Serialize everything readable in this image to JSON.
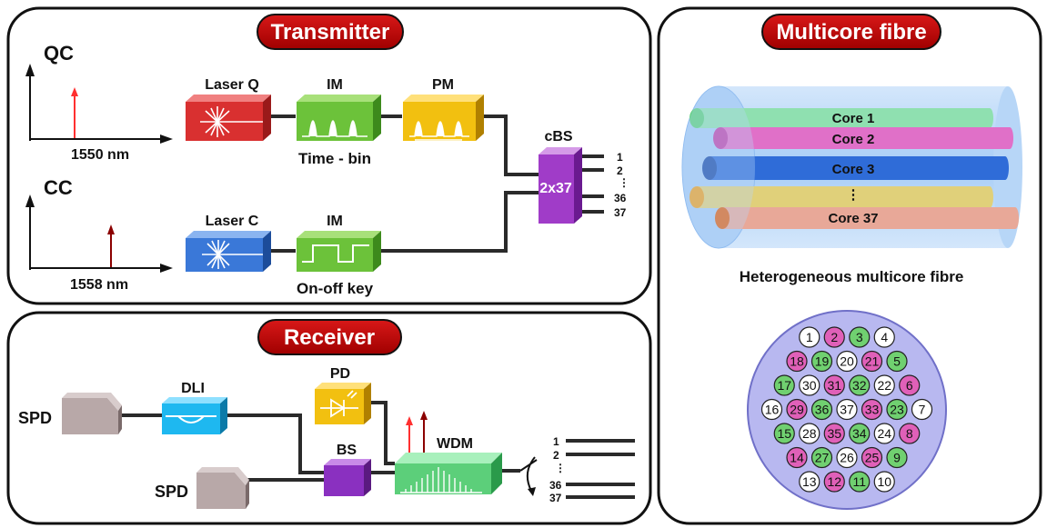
{
  "transmitter": {
    "title": "Transmitter",
    "qc": {
      "label": "QC",
      "wavelength": "1550 nm",
      "color": "#ff3030"
    },
    "cc": {
      "label": "CC",
      "wavelength": "1558 nm",
      "color": "#8b0000"
    },
    "laser_q": "Laser Q",
    "laser_c": "Laser C",
    "im_q": "IM",
    "pm": "PM",
    "im_c": "IM",
    "time_bin": "Time - bin",
    "on_off_key": "On-off key",
    "cbs": "cBS",
    "cbs_ratio": "2x37",
    "outputs": [
      "1",
      "2",
      "⋮",
      "36",
      "37"
    ]
  },
  "receiver": {
    "title": "Receiver",
    "spd_top": "SPD",
    "spd_bottom": "SPD",
    "dli": "DLI",
    "pd": "PD",
    "bs": "BS",
    "wdm": "WDM",
    "outputs": [
      "1",
      "2",
      "⋮",
      "36",
      "37"
    ]
  },
  "multicore": {
    "title": "Multicore fibre",
    "cores": [
      "Core 1",
      "Core 2",
      "Core 3",
      "⋮",
      "Core 37"
    ],
    "caption": "Heterogeneous multicore fibre",
    "cross_section": [
      {
        "n": "1",
        "type": "white"
      },
      {
        "n": "2",
        "type": "pink"
      },
      {
        "n": "3",
        "type": "green"
      },
      {
        "n": "4",
        "type": "white"
      },
      {
        "n": "18",
        "type": "pink"
      },
      {
        "n": "19",
        "type": "green"
      },
      {
        "n": "20",
        "type": "white"
      },
      {
        "n": "21",
        "type": "pink"
      },
      {
        "n": "5",
        "type": "green"
      },
      {
        "n": "17",
        "type": "green"
      },
      {
        "n": "30",
        "type": "white"
      },
      {
        "n": "31",
        "type": "pink"
      },
      {
        "n": "32",
        "type": "green"
      },
      {
        "n": "22",
        "type": "white"
      },
      {
        "n": "6",
        "type": "pink"
      },
      {
        "n": "16",
        "type": "white"
      },
      {
        "n": "29",
        "type": "pink"
      },
      {
        "n": "36",
        "type": "green"
      },
      {
        "n": "37",
        "type": "white"
      },
      {
        "n": "33",
        "type": "pink"
      },
      {
        "n": "23",
        "type": "green"
      },
      {
        "n": "7",
        "type": "white"
      },
      {
        "n": "15",
        "type": "green"
      },
      {
        "n": "28",
        "type": "white"
      },
      {
        "n": "35",
        "type": "pink"
      },
      {
        "n": "34",
        "type": "green"
      },
      {
        "n": "24",
        "type": "white"
      },
      {
        "n": "8",
        "type": "pink"
      },
      {
        "n": "14",
        "type": "pink"
      },
      {
        "n": "27",
        "type": "green"
      },
      {
        "n": "26",
        "type": "white"
      },
      {
        "n": "25",
        "type": "pink"
      },
      {
        "n": "9",
        "type": "green"
      },
      {
        "n": "13",
        "type": "white"
      },
      {
        "n": "12",
        "type": "pink"
      },
      {
        "n": "11",
        "type": "green"
      },
      {
        "n": "10",
        "type": "white"
      }
    ]
  },
  "colors": {
    "title_badge": "#c00000",
    "laser_q": "#d93030",
    "laser_c": "#3a78d8",
    "im": "#6cc23a",
    "pm": "#f2c010",
    "cbs": "#a03cc8",
    "dli": "#1eb8f0",
    "pd": "#f2c010",
    "bs": "#8a30c0",
    "wdm": "#5ccf7a",
    "spd": "#b8a8a8",
    "core_white": "#ffffff",
    "core_pink": "#e060b8",
    "core_green": "#70d070"
  }
}
